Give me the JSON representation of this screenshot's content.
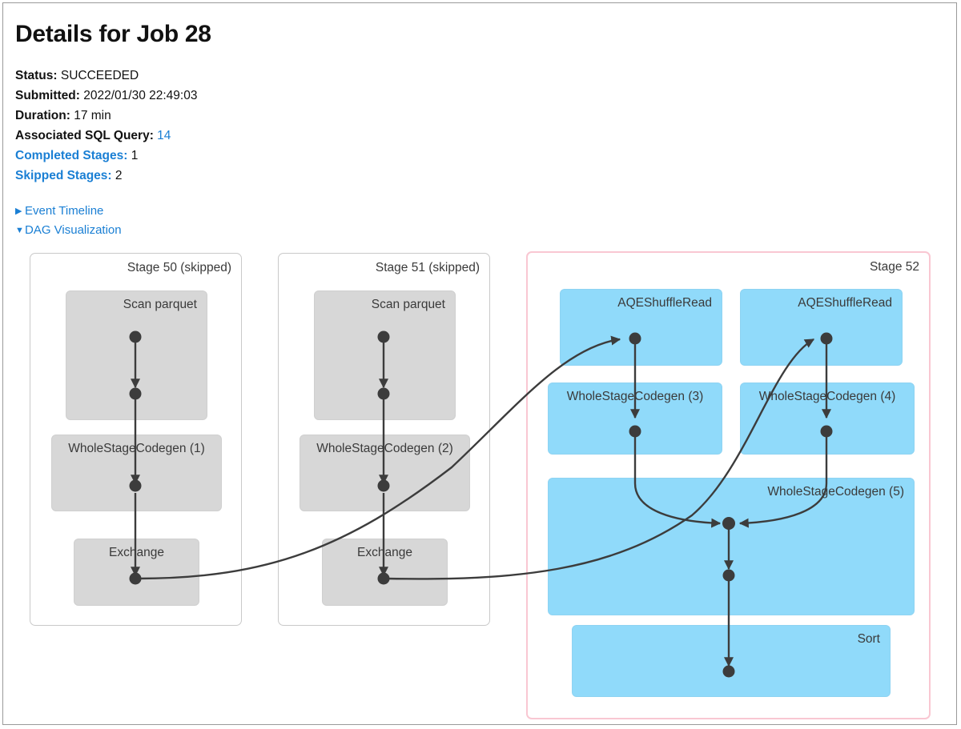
{
  "header": {
    "title": "Details for Job 28"
  },
  "meta": [
    {
      "key": "Status:",
      "value": "SUCCEEDED",
      "key_link": false,
      "value_link": false
    },
    {
      "key": "Submitted:",
      "value": "2022/01/30 22:49:03",
      "key_link": false,
      "value_link": false
    },
    {
      "key": "Duration:",
      "value": "17 min",
      "key_link": false,
      "value_link": false
    },
    {
      "key": "Associated SQL Query:",
      "value": "14",
      "key_link": false,
      "value_link": true
    },
    {
      "key": "Completed Stages:",
      "value": "1",
      "key_link": true,
      "value_link": false
    },
    {
      "key": "Skipped Stages:",
      "value": "2",
      "key_link": true,
      "value_link": false
    }
  ],
  "toggles": [
    {
      "label": "Event Timeline",
      "icon": "triangle-right-icon",
      "glyph": "▶",
      "expanded": false
    },
    {
      "label": "DAG Visualization",
      "icon": "triangle-down-icon",
      "glyph": "▼",
      "expanded": true
    }
  ],
  "dag": {
    "stages": [
      {
        "id": "stage-50",
        "label": "Stage 50 (skipped)",
        "state": "skipped",
        "nodes": [
          {
            "id": "s50-scan",
            "label": "Scan parquet",
            "align": "right"
          },
          {
            "id": "s50-wsc1",
            "label": "WholeStageCodegen (1)",
            "align": "center"
          },
          {
            "id": "s50-exchange",
            "label": "Exchange",
            "align": "center"
          }
        ]
      },
      {
        "id": "stage-51",
        "label": "Stage 51 (skipped)",
        "state": "skipped",
        "nodes": [
          {
            "id": "s51-scan",
            "label": "Scan parquet",
            "align": "right"
          },
          {
            "id": "s51-wsc2",
            "label": "WholeStageCodegen (2)",
            "align": "center"
          },
          {
            "id": "s51-exchange",
            "label": "Exchange",
            "align": "center"
          }
        ]
      },
      {
        "id": "stage-52",
        "label": "Stage 52",
        "state": "active",
        "nodes": [
          {
            "id": "s52-aqe-1",
            "label": "AQEShuffleRead",
            "align": "right"
          },
          {
            "id": "s52-aqe-2",
            "label": "AQEShuffleRead",
            "align": "right"
          },
          {
            "id": "s52-wsc3",
            "label": "WholeStageCodegen (3)",
            "align": "center"
          },
          {
            "id": "s52-wsc4",
            "label": "WholeStageCodegen (4)",
            "align": "center"
          },
          {
            "id": "s52-wsc5",
            "label": "WholeStageCodegen (5)",
            "align": "right"
          },
          {
            "id": "s52-sort",
            "label": "Sort",
            "align": "right"
          }
        ]
      }
    ]
  },
  "colors": {
    "link": "#1a7fd4",
    "skipped_node_fill": "#d7d7d7",
    "active_node_fill": "#90dafa",
    "active_stage_border": "#f9c7d2",
    "skipped_stage_border": "#c9c9c9",
    "edge": "#3c3c3c"
  }
}
